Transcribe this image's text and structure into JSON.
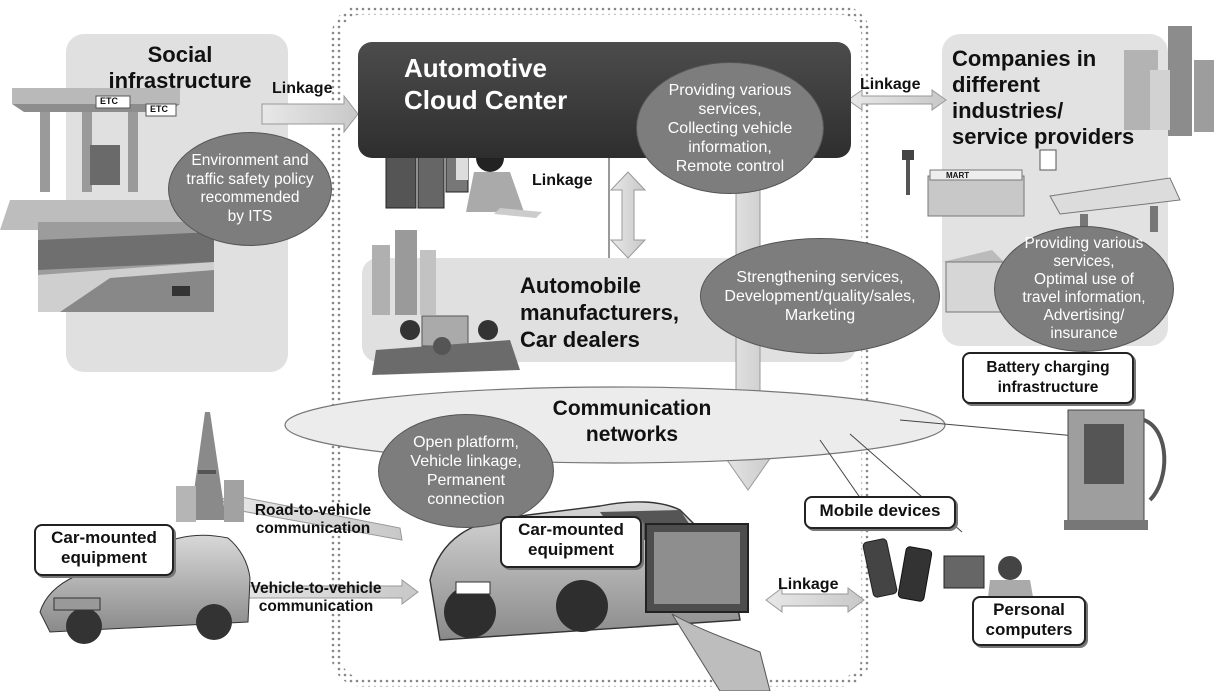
{
  "social": {
    "title_line1": "Social",
    "title_line2": "infrastructure",
    "ellipse": [
      "Environment and",
      "traffic safety policy",
      "recommended",
      "by ITS"
    ]
  },
  "cloud": {
    "title_line1": "Automotive",
    "title_line2": "Cloud Center",
    "ellipse": [
      "Providing various",
      "services,",
      "Collecting vehicle",
      "information,",
      "Remote control"
    ]
  },
  "companies": {
    "title": [
      "Companies in",
      "different",
      "industries/",
      "service providers"
    ],
    "ellipse": [
      "Providing various",
      "services,",
      "Optimal use of",
      "travel information,",
      "Advertising/",
      "insurance"
    ]
  },
  "manufacturers": {
    "title": [
      "Automobile",
      "manufacturers,",
      "Car dealers"
    ],
    "ellipse": [
      "Strengthening services,",
      "Development/quality/sales,",
      "Marketing"
    ]
  },
  "network": {
    "title_line1": "Communication",
    "title_line2": "networks",
    "ellipse": [
      "Open platform,",
      "Vehicle linkage,",
      "Permanent",
      "connection"
    ]
  },
  "links": {
    "left": "Linkage",
    "right": "Linkage",
    "vertical": "Linkage",
    "bottom": "Linkage"
  },
  "comms": {
    "road_line1": "Road-to-vehicle",
    "road_line2": "communication",
    "v2v_line1": "Vehicle-to-vehicle",
    "v2v_line2": "communication"
  },
  "boxes": {
    "car_left_line1": "Car-mounted",
    "car_left_line2": "equipment",
    "car_center_line1": "Car-mounted",
    "car_center_line2": "equipment",
    "mobile": "Mobile devices",
    "pc_line1": "Personal",
    "pc_line2": "computers",
    "battery_line1": "Battery charging",
    "battery_line2": "infrastructure"
  },
  "signs": {
    "etc1": "ETC",
    "etc2": "ETC",
    "mart": "MART"
  },
  "colors": {
    "panel": "#e2e2e2",
    "cloud": "#3c3c3c",
    "ellipse": "#7d7d7d",
    "arrow": "#d6d6d6"
  }
}
